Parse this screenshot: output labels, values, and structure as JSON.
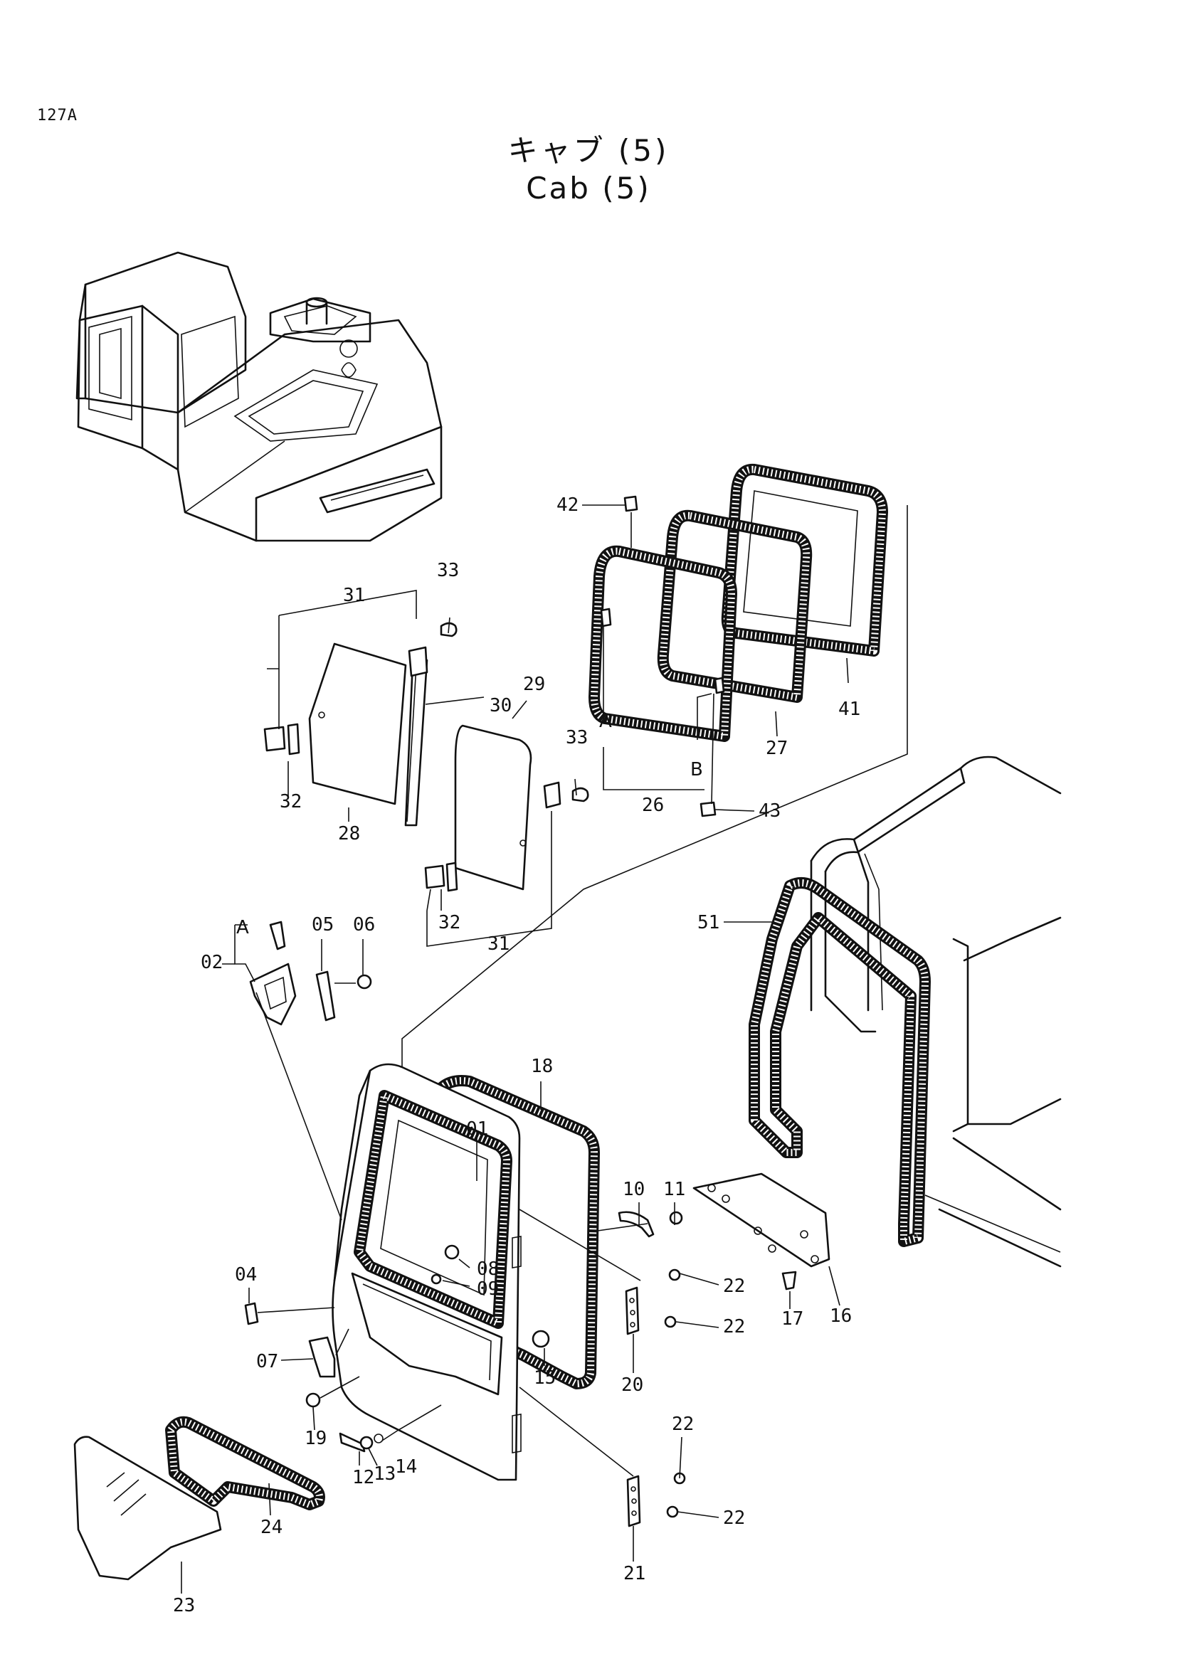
{
  "page": {
    "code": "127A",
    "title_ja": "キャブ (5)",
    "title_en": "Cab (5)"
  },
  "callouts": {
    "c01": "01",
    "c02": "02",
    "c04": "04",
    "c05": "05",
    "c06": "06",
    "c07": "07",
    "c08": "08",
    "c09": "09",
    "c10": "10",
    "c11": "11",
    "c12": "12",
    "c13": "13",
    "c14": "14",
    "c15": "15",
    "c16": "16",
    "c17": "17",
    "c18": "18",
    "c19": "19",
    "c20": "20",
    "c21": "21",
    "c22a": "22",
    "c22b": "22",
    "c22c": "22",
    "c22d": "22",
    "c23": "23",
    "c24": "24",
    "c26": "26",
    "c27": "27",
    "c28": "28",
    "c29": "29",
    "c30": "30",
    "c31a": "31",
    "c31b": "31",
    "c32a": "32",
    "c32b": "32",
    "c33a": "33",
    "c33b": "33",
    "c41": "41",
    "c42": "42",
    "c43": "43",
    "c51": "51"
  },
  "refs": {
    "ref_a1": "A",
    "ref_b1": "B",
    "ref_a2": "A"
  },
  "colors": {
    "ink": "#111111",
    "paper": "#ffffff"
  }
}
